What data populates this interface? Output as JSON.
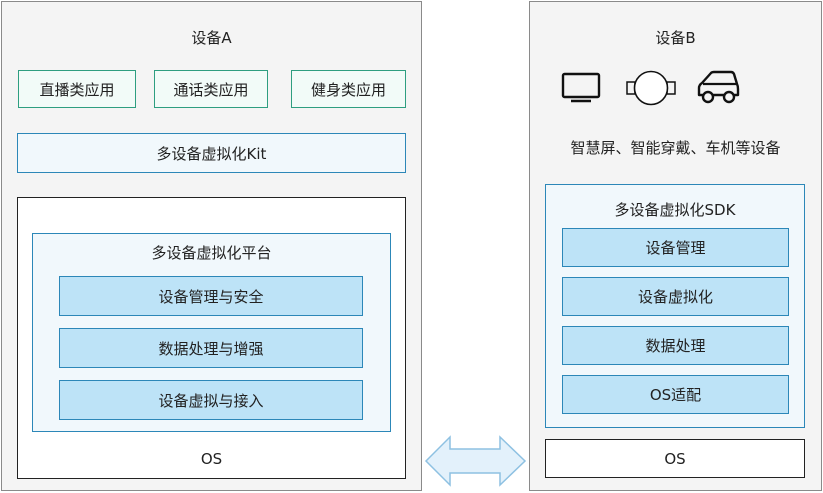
{
  "device_a": {
    "title": "设备A",
    "apps": [
      "直播类应用",
      "通话类应用",
      "健身类应用"
    ],
    "kit": "多设备虚拟化Kit",
    "platform": {
      "title": "多设备虚拟化平台",
      "modules": [
        "设备管理与安全",
        "数据处理与增强",
        "设备虚拟与接入"
      ]
    },
    "os": "OS"
  },
  "device_b": {
    "title": "设备B",
    "icons": [
      "tv-icon",
      "watch-icon",
      "car-icon"
    ],
    "caption": "智慧屏、智能穿戴、车机等设备",
    "sdk": {
      "title": "多设备虚拟化SDK",
      "modules": [
        "设备管理",
        "设备虚拟化",
        "数据处理",
        "OS适配"
      ]
    },
    "os": "OS"
  },
  "connector": "double-arrow-icon",
  "colors": {
    "panel_bg": "#f4f4f4",
    "app_border": "#2e9e80",
    "app_bg": "#f2fbf8",
    "blue_border": "#2c87b8",
    "light_blue_bg": "#f1f8fc",
    "module_bg": "#bde3f7",
    "arrow_fill": "#e3f1fb",
    "arrow_stroke": "#8ec1e2"
  }
}
